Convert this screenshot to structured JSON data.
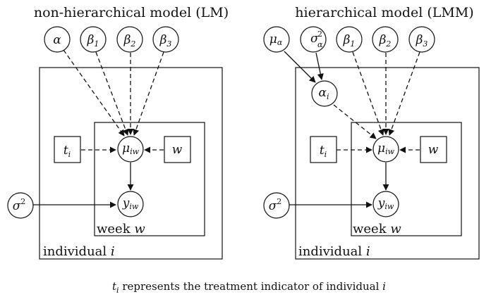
{
  "left_model": {
    "title": "non-hierarchical model (LM)",
    "nodes": {
      "alpha": "α",
      "beta1": {
        "sym": "β",
        "sub": "1"
      },
      "beta2": {
        "sym": "β",
        "sub": "2"
      },
      "beta3": {
        "sym": "β",
        "sub": "3"
      },
      "t": {
        "sym": "t",
        "sub": "i"
      },
      "mu": {
        "sym": "μ",
        "sub": "iw"
      },
      "w": "w",
      "y": {
        "sym": "y",
        "sub": "iw"
      },
      "sigma": {
        "sym": "σ",
        "sup": "2"
      }
    },
    "plates": {
      "individual": {
        "word": "individual",
        "var": "i"
      },
      "week": {
        "word": "week",
        "var": "w"
      }
    }
  },
  "right_model": {
    "title": "hierarchical model (LMM)",
    "nodes": {
      "mu_alpha": {
        "sym": "μ",
        "sub": "α"
      },
      "sigma_alpha": {
        "sym": "σ",
        "sup": "2",
        "sub": "α"
      },
      "beta1": {
        "sym": "β",
        "sub": "1"
      },
      "beta2": {
        "sym": "β",
        "sub": "2"
      },
      "beta3": {
        "sym": "β",
        "sub": "3"
      },
      "alpha_i": {
        "sym": "α",
        "sub": "i"
      },
      "t": {
        "sym": "t",
        "sub": "i"
      },
      "mu": {
        "sym": "μ",
        "sub": "iw"
      },
      "w": "w",
      "y": {
        "sym": "y",
        "sub": "iw"
      },
      "sigma": {
        "sym": "σ",
        "sup": "2"
      }
    },
    "plates": {
      "individual": {
        "word": "individual",
        "var": "i"
      },
      "week": {
        "word": "week",
        "var": "w"
      }
    }
  },
  "caption": {
    "t_sym": "t",
    "t_sub": "i",
    "text": " represents the treatment indicator of individual ",
    "var": "i"
  }
}
